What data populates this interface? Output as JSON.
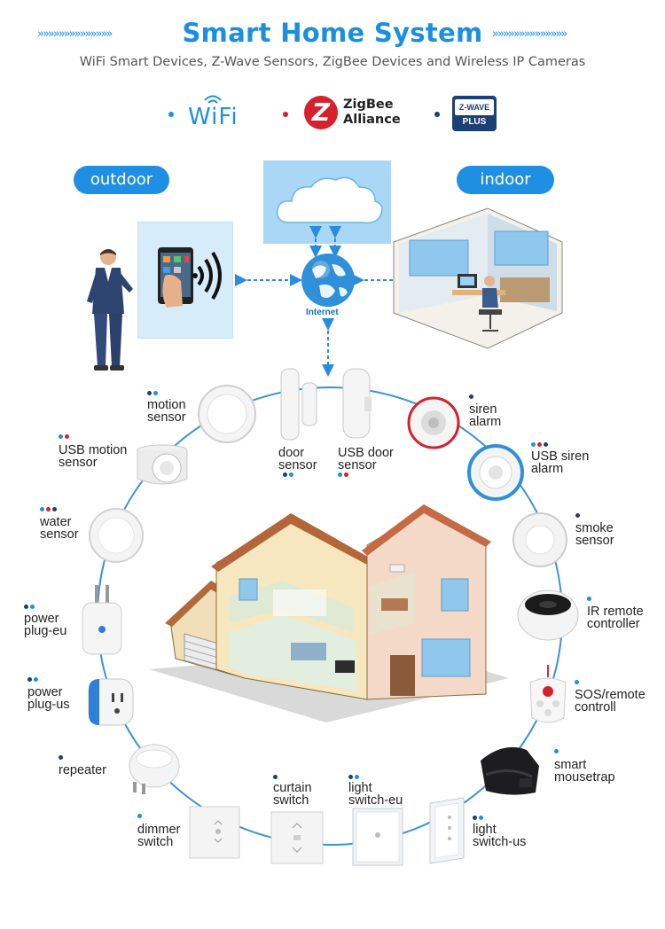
{
  "header": {
    "title": "Smart Home System",
    "subtitle": "WiFi Smart Devices, Z-Wave Sensors, ZigBee Devices and Wireless IP Cameras",
    "chevrons": "»»»»»»»»»»»»»»"
  },
  "logos": {
    "wifi": "WiFi",
    "zigbee_line1": "ZigBee",
    "zigbee_line2": "Alliance",
    "zwave_top": "Z-WAVE",
    "zwave_bottom": "PLUS"
  },
  "zones": {
    "outdoor": "outdoor",
    "indoor": "indoor",
    "internet": "Internet"
  },
  "colors": {
    "accent": "#1f8fe3",
    "wifi_dot": "#1e90e0",
    "zigbee_dot": "#d6202a",
    "zwave_dot": "#1c3f74",
    "ring": "#3a93d8"
  },
  "devices": [
    {
      "line1": "motion",
      "line2": "sensor",
      "dots": [
        "#1c3f74",
        "#1e90e0"
      ]
    },
    {
      "line1": "USB motion",
      "line2": "sensor",
      "dots": [
        "#1e90e0",
        "#d6202a"
      ]
    },
    {
      "line1": "water",
      "line2": "sensor",
      "dots": [
        "#1e90e0",
        "#d6202a",
        "#1c3f74"
      ]
    },
    {
      "line1": "power",
      "line2": "plug-eu",
      "dots": [
        "#1c3f74",
        "#1e90e0"
      ]
    },
    {
      "line1": "power",
      "line2": "plug-us",
      "dots": [
        "#1c3f74",
        "#1e90e0"
      ]
    },
    {
      "line1": "repeater",
      "line2": "",
      "dots": [
        "#1c3f74"
      ]
    },
    {
      "line1": "dimmer",
      "line2": "switch",
      "dots": [
        "#1e90e0"
      ]
    },
    {
      "line1": "curtain",
      "line2": "switch",
      "dots": [
        "#1c3f74"
      ]
    },
    {
      "line1": "light",
      "line2": "switch-eu",
      "dots": [
        "#1c3f74",
        "#1e90e0"
      ]
    },
    {
      "line1": "light",
      "line2": "switch-us",
      "dots": [
        "#1c3f74",
        "#1e90e0"
      ]
    },
    {
      "line1": "smart",
      "line2": "mousetrap",
      "dots": [
        "#1e90e0"
      ]
    },
    {
      "line1": "SOS/remote",
      "line2": "controll",
      "dots": [
        "#1e90e0"
      ]
    },
    {
      "line1": "IR remote",
      "line2": "controller",
      "dots": [
        "#1e90e0"
      ]
    },
    {
      "line1": "smoke",
      "line2": "sensor",
      "dots": [
        "#1c3f74"
      ]
    },
    {
      "line1": "USB siren",
      "line2": "alarm",
      "dots": [
        "#1e90e0",
        "#d6202a",
        "#1c3f74"
      ]
    },
    {
      "line1": "siren",
      "line2": "alarm",
      "dots": [
        "#1c3f74"
      ]
    },
    {
      "line1": "USB door",
      "line2": "sensor",
      "dots": [
        "#1e90e0",
        "#d6202a"
      ]
    },
    {
      "line1": "door",
      "line2": "sensor",
      "dots": [
        "#1c3f74",
        "#1e90e0"
      ]
    }
  ]
}
